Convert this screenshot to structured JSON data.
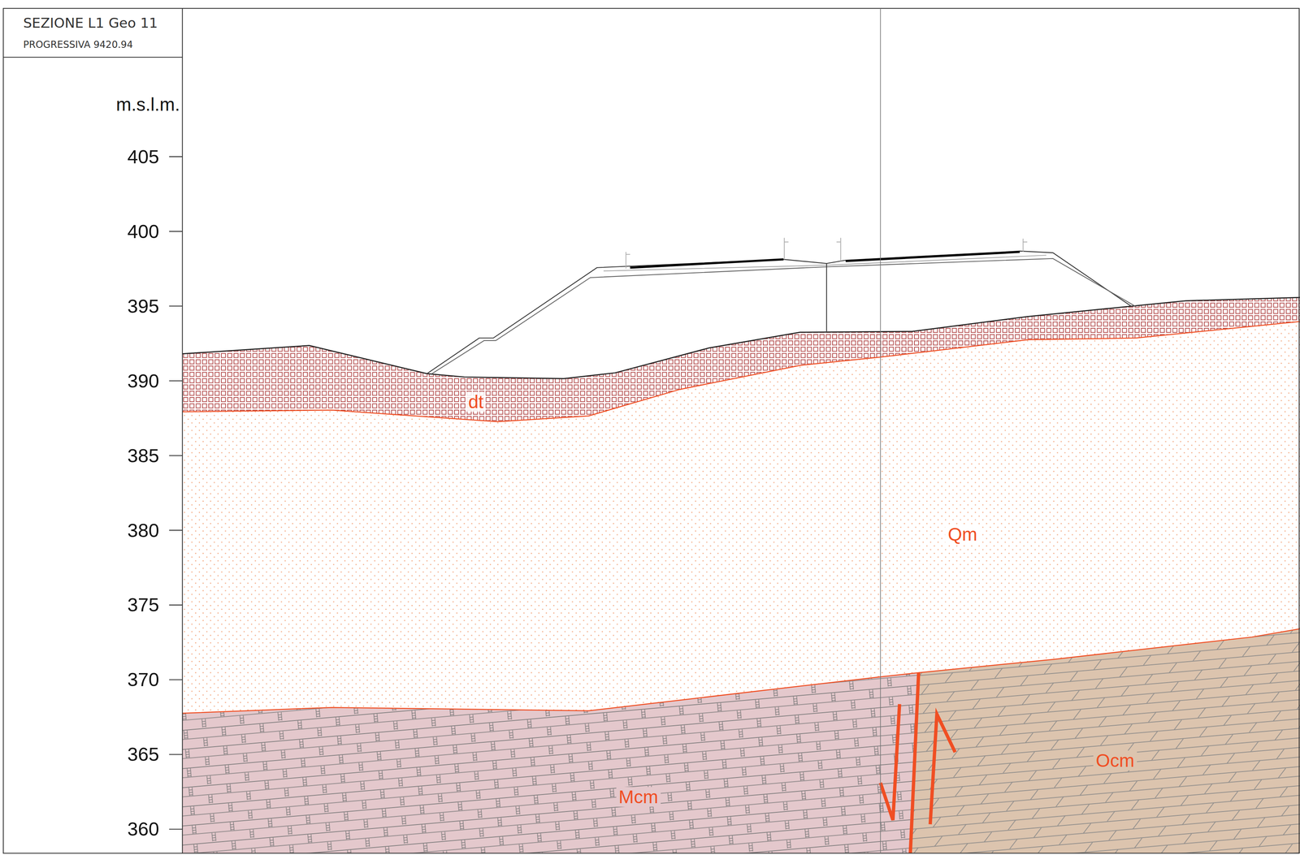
{
  "diagram": {
    "title": "SEZIONE L1 Geo 11",
    "labels": [
      "PROGRESSIVA 9420.94",
      "m.s.l.m.",
      "405",
      "400",
      "395",
      "390",
      "385",
      "380",
      "375",
      "370",
      "365",
      "360",
      "dt",
      "Qm",
      "Mcm",
      "Ocm"
    ]
  }
}
